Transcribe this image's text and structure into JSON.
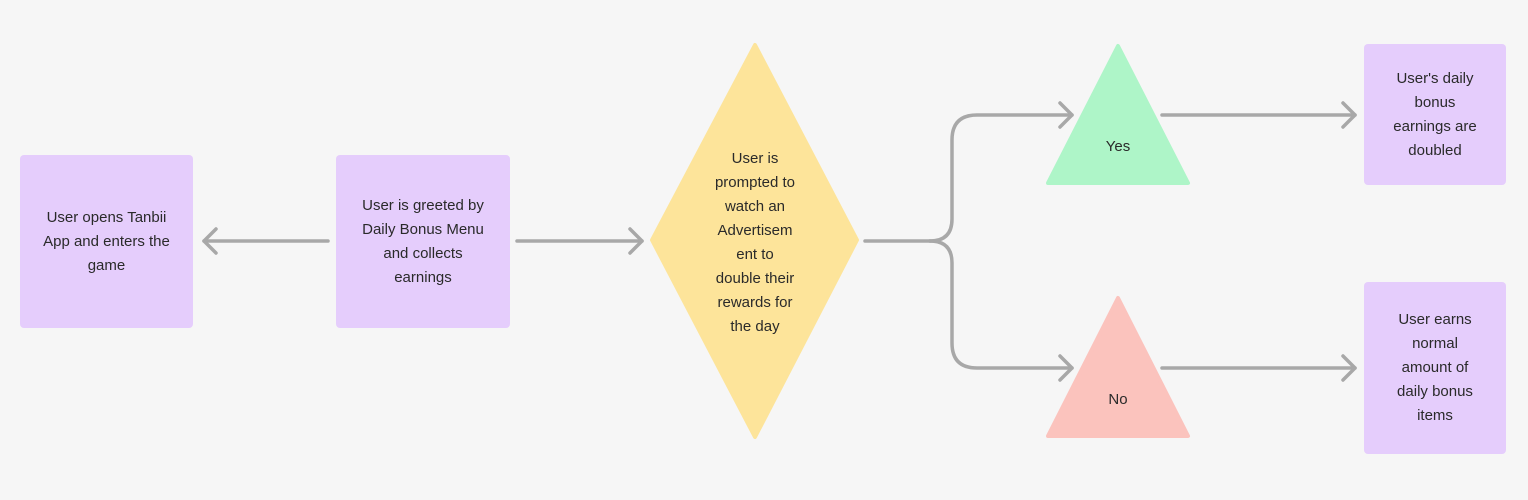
{
  "colors": {
    "box": "#e5cdfc",
    "decision": "#fde49a",
    "yes": "#aef5c8",
    "no": "#fbc3bd",
    "arrow": "#a8a8a8",
    "background": "#f6f6f6"
  },
  "nodes": {
    "start": [
      "User opens Tanbii",
      "App and enters the",
      "game"
    ],
    "greeted": [
      "User is greeted by",
      "Daily Bonus Menu",
      "and collects",
      "earnings"
    ],
    "decision": [
      "User is",
      "prompted to",
      "watch an",
      "Advertisem",
      "ent to",
      "double their",
      "rewards for",
      "the day"
    ],
    "yes": "Yes",
    "no": "No",
    "doubled": [
      "User's daily",
      "bonus",
      "earnings are",
      "doubled"
    ],
    "normal": [
      "User earns",
      "normal",
      "amount of",
      "daily bonus",
      "items"
    ]
  }
}
